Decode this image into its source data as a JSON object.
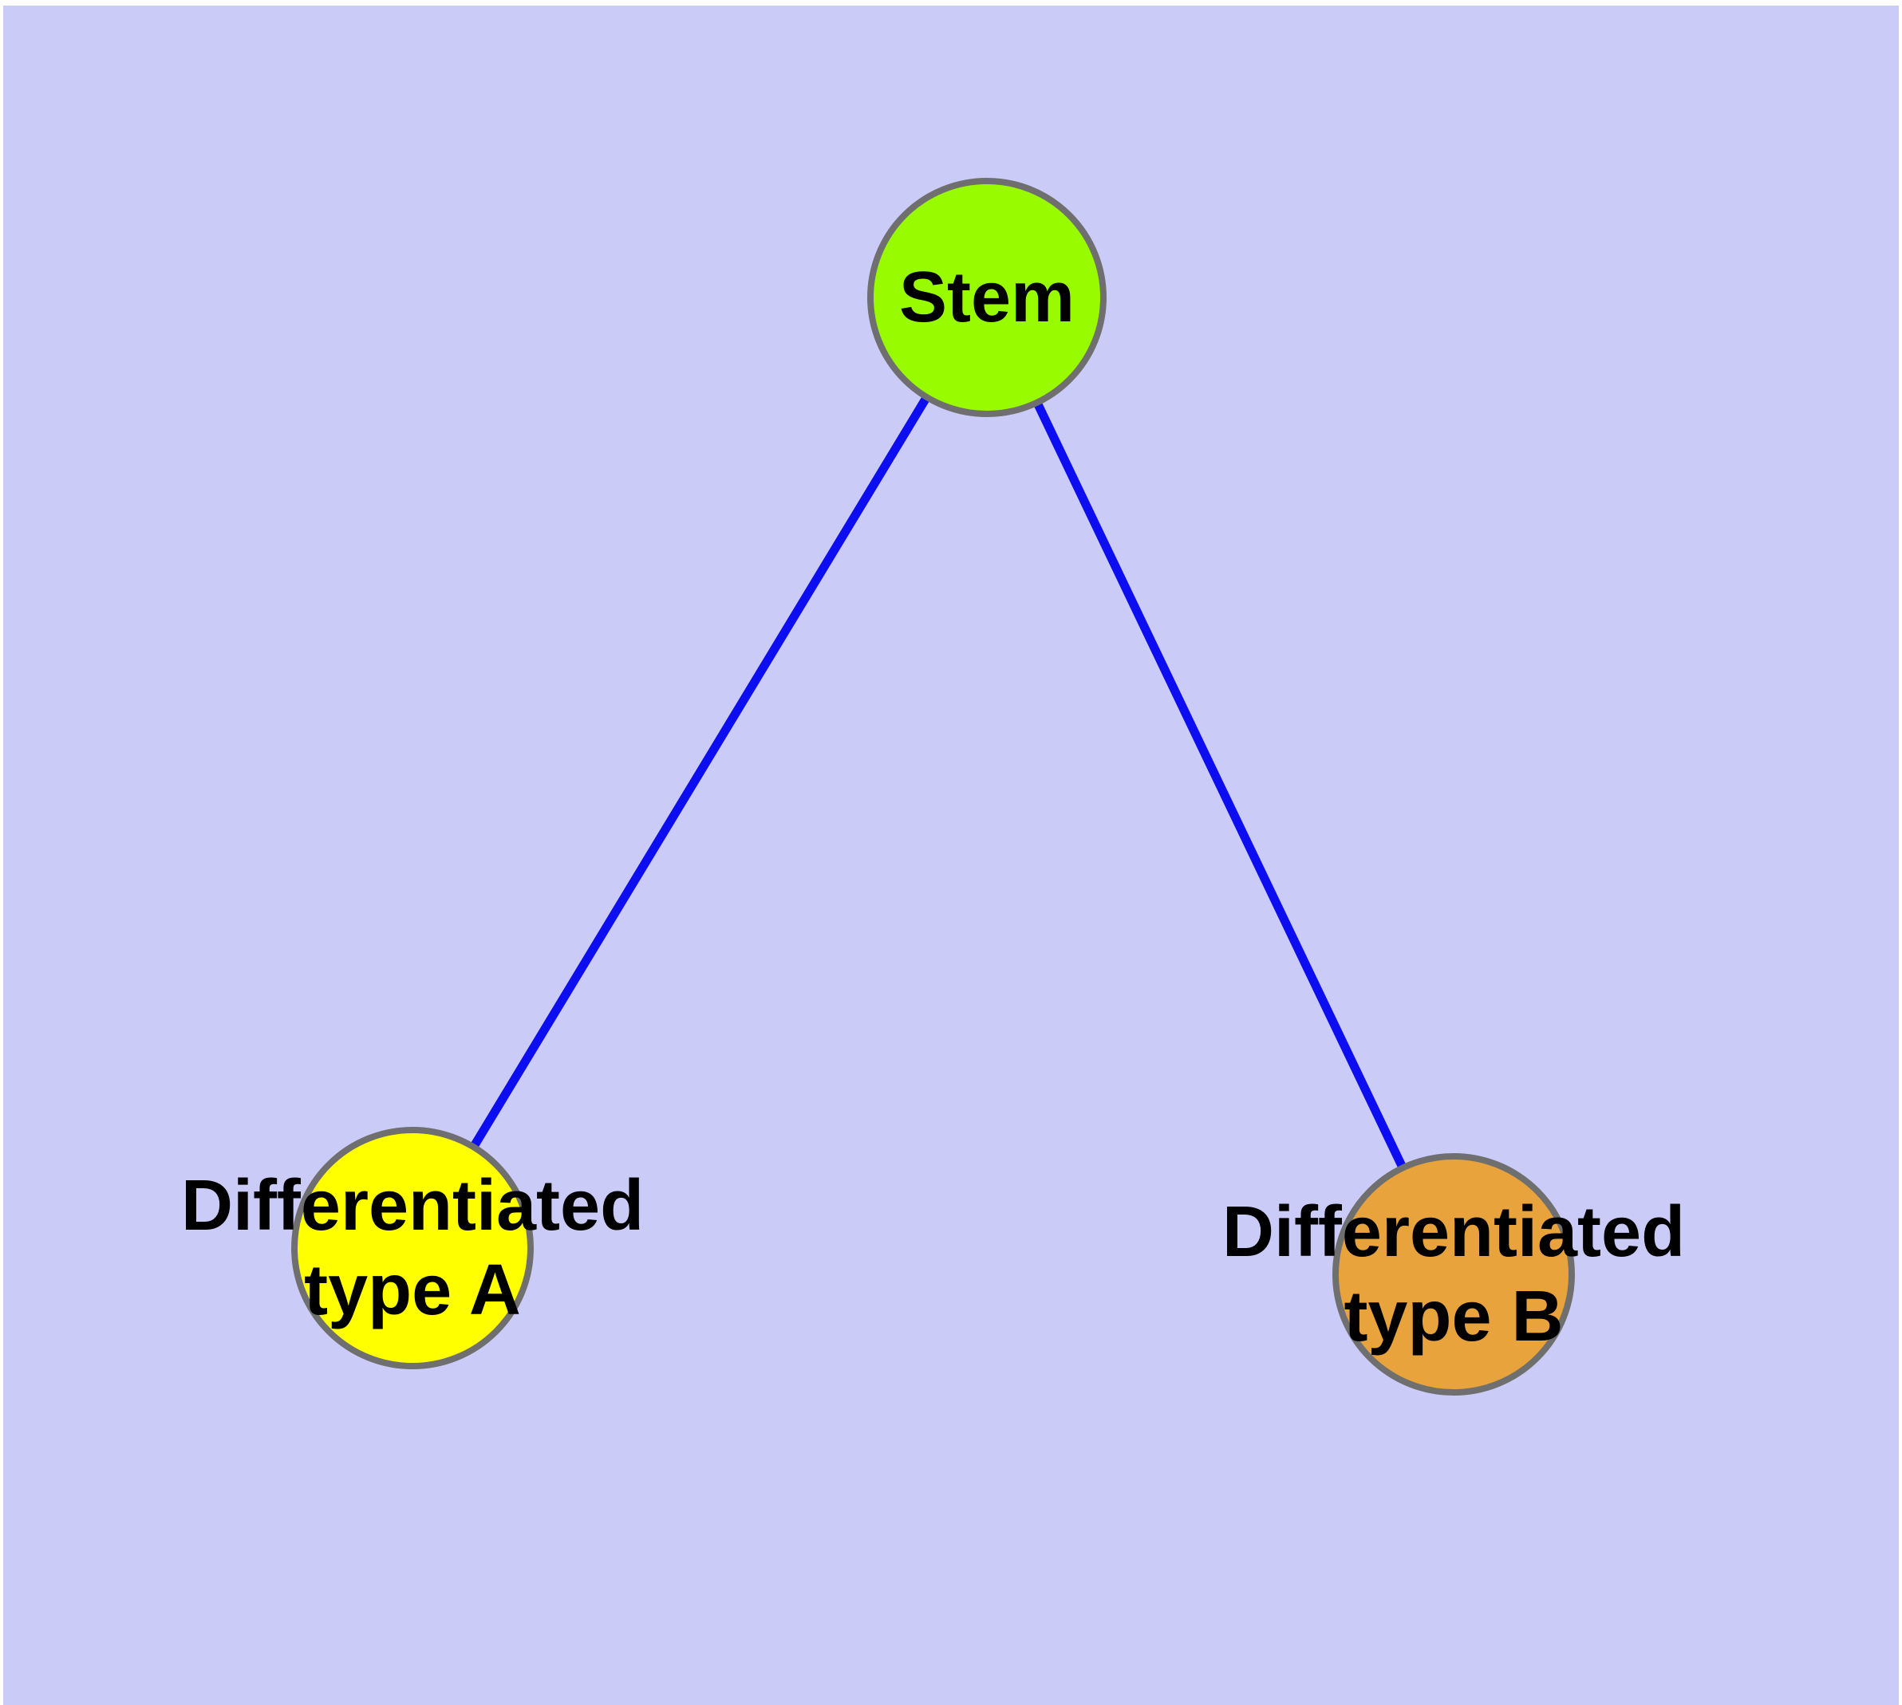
{
  "figure": {
    "background_color": "#CBCBF8",
    "margin_color": "#FFFFFF",
    "edge_color": "#0D0DF2",
    "node_border_color": "#6F6F6F",
    "label_color": "#000000"
  },
  "graph": {
    "type": "node-link-diagram",
    "nodes": {
      "stem": {
        "label": "Stem",
        "fill": "#99FB00"
      },
      "type_a": {
        "label_line1": "Differentiated",
        "label_line2": "type A",
        "fill": "#FFFF00"
      },
      "type_b": {
        "label_line1": "Differentiated",
        "label_line2": "type B",
        "fill": "#E8A33C"
      }
    },
    "edges": [
      {
        "from": "Stem",
        "to": "Differentiated type A"
      },
      {
        "from": "Stem",
        "to": "Differentiated type B"
      }
    ]
  }
}
